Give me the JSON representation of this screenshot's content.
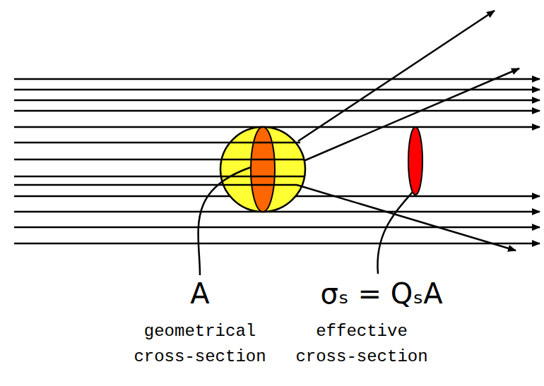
{
  "diagram": {
    "labels": [
      "A",
      "σₛ = QₛA",
      "geometrical cross-section",
      "effective cross-section"
    ]
  }
}
